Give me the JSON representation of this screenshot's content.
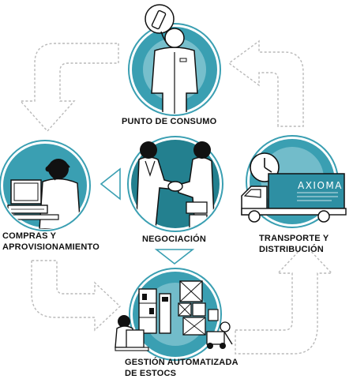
{
  "colors": {
    "teal": "#3a9fb2",
    "teal_dark": "#23808f",
    "teal_light": "#a9d9e2",
    "ink": "#111111",
    "arrow_dash": "#b9b9b9"
  },
  "stages": {
    "top": {
      "label": "PUNTO DE CONSUMO",
      "icon": "consumer-with-phone-icon"
    },
    "left": {
      "label_line1": "COMPRAS Y",
      "label_line2": "APROVISIONAMIENTO",
      "icon": "call-center-operator-icon"
    },
    "center": {
      "label": "NEGOCIACIÓN",
      "icon": "handshake-icon"
    },
    "right": {
      "label_line1": "TRANSPORTE Y",
      "label_line2": "DISTRIBUCIÓN",
      "icon": "delivery-truck-icon",
      "brand": "AXIOMA"
    },
    "bottom": {
      "label_line1": "GESTIÓN AUTOMATIZADA",
      "label_line2": "DE ESTOCS",
      "icon": "warehouse-icon"
    }
  }
}
